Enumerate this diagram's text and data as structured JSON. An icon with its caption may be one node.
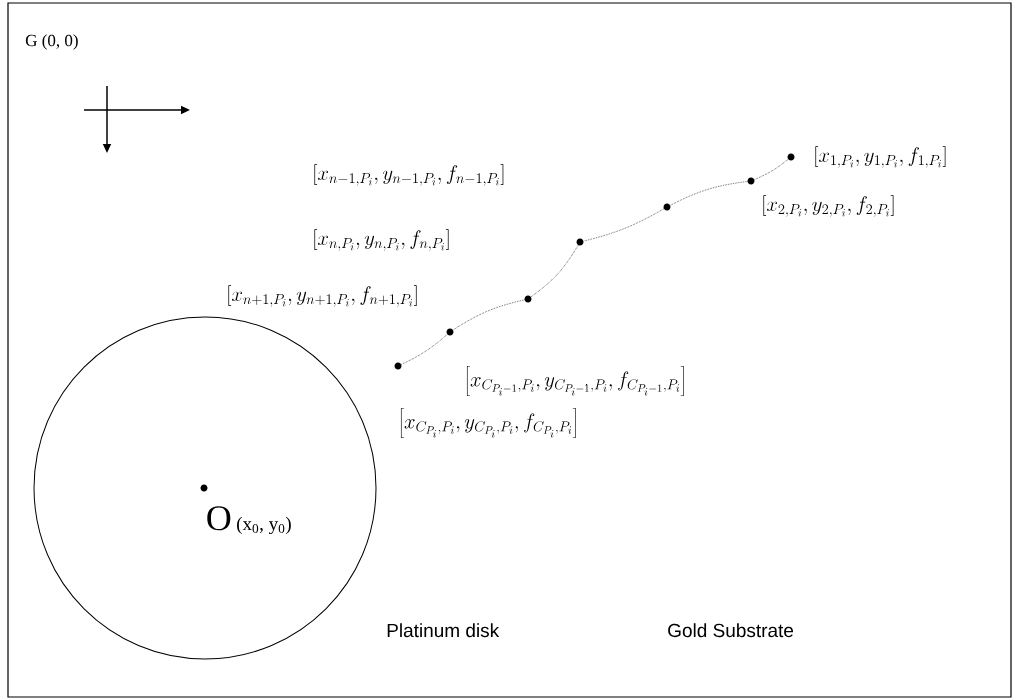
{
  "diagram": {
    "nodes": [
      {
        "text": [
          "O",
          "(x$_{0}$, y$_{0}$)",
          "Platinum disk"
        ]
      },
      {
        "text": [],
        "shape": "circle",
        "beside": [
          "\\left[x_{1,P_i}, y_{1,P_i}, f_{1,P_i}\\right]"
        ]
      },
      {
        "text": [],
        "shape": "circle",
        "beside": [
          "\\left[x_{2,P_i}, y_{2,P_i}, f_{2,P_i}\\right]"
        ]
      },
      {
        "text": [],
        "shape": "circle"
      },
      {
        "text": [],
        "shape": "circle"
      },
      {
        "text": [],
        "shape": "circle"
      },
      {
        "text": [],
        "shape": "circle",
        "beside": [
          "\\left[x_{C_{P_i-1},P_i}, y_{C_{P_i-1},P_i}, f_{C_{P_i-1},P_i}\\right]"
        ]
      },
      {
        "text": [],
        "shape": "circle"
      }
    ],
    "edges": [
      {
        "from": 1,
        "to": 2,
        "arrow": "none",
        "style": "dashed"
      },
      {
        "from": 2,
        "to": 3,
        "arrow": "none",
        "style": "dashed"
      },
      {
        "from": 3,
        "to": 4,
        "arrow": "none",
        "style": "dashed"
      },
      {
        "from": 4,
        "to": 5,
        "arrow": "none",
        "style": "dashed"
      },
      {
        "from": 5,
        "to": 6,
        "arrow": "none",
        "style": "dashed"
      },
      {
        "from": 6,
        "to": 7,
        "arrow": "none",
        "style": "dashed"
      }
    ],
    "labels": [
      "G (0, 0)",
      "\\left[x_{n-1,P_i}, y_{n-1,P_i}, f_{n-1,P_i}\\right]",
      "\\left[x_{n,P_i}, y_{n,P_i}, f_{n,P_i}\\right]",
      "\\left[x_{n+1,P_i}, y_{n+1,P_i}, f_{n+1,P_i}\\right]",
      "\\left[x_{C_{P_i},P_i}, y_{C_{P_i},P_i}, f_{C_{P_i},P_i}\\right]",
      "Gold Substrate"
    ]
  }
}
